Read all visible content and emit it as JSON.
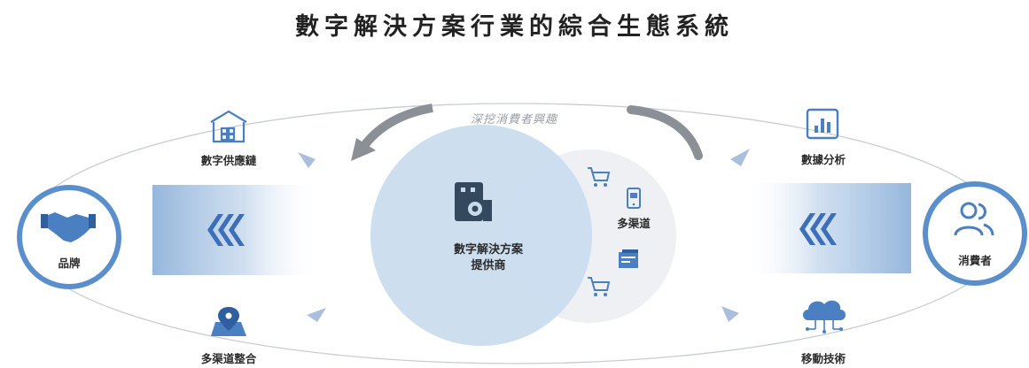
{
  "title": "數字解決方案行業的綜合生態系統",
  "flow_label": "深挖消費者興趣",
  "brand": {
    "label": "品牌",
    "icon": "handshake-icon"
  },
  "consumer": {
    "label": "消費者",
    "icon": "users-icon"
  },
  "provider": {
    "line1": "數字解決方案",
    "line2": "提供商",
    "icon": "building-gear-icon"
  },
  "channels": {
    "label": "多渠道",
    "icons": [
      "cart-icon",
      "mobile-icon",
      "cart-icon",
      "browser-window-icon"
    ]
  },
  "features": {
    "supply_chain": {
      "label": "數字供應鏈",
      "icon": "warehouse-icon"
    },
    "omnichannel": {
      "label": "多渠道整合",
      "icon": "map-pin-icon"
    },
    "analytics": {
      "label": "數據分析",
      "icon": "bar-chart-icon"
    },
    "mobile_tech": {
      "label": "移動技術",
      "icon": "cloud-network-icon"
    }
  },
  "colors": {
    "accent_blue": "#4a7fc1",
    "ring_blue": "#5b8fcb",
    "provider_circle": "#c9dcee",
    "channel_circle": "#eef0f4",
    "orbit_line": "#c8ccd2",
    "curved_arrow": "#8b9097",
    "small_arrow": "#a9bfdc"
  }
}
